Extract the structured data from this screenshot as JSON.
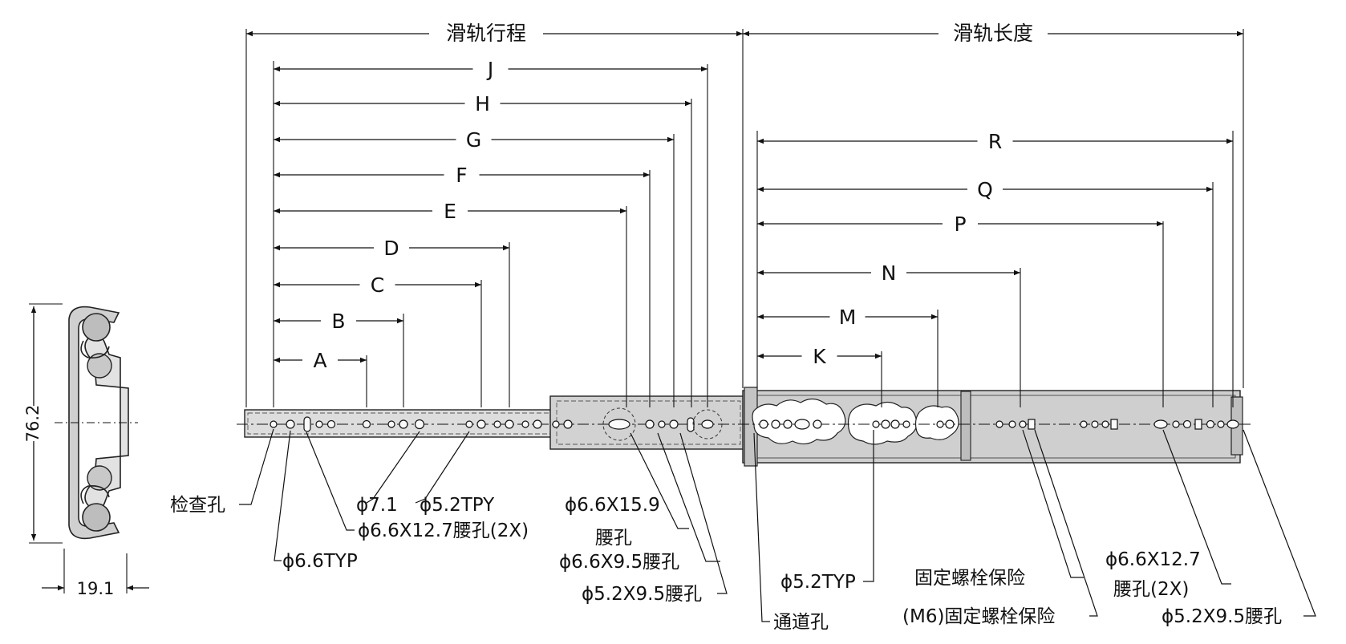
{
  "colors": {
    "line": "#111111",
    "rail_fill": "#d7d7d7",
    "rail_inner": "#c6c6c6",
    "background": "#ffffff"
  },
  "top_labels": {
    "travel": "滑轨行程",
    "length": "滑轨长度"
  },
  "left_dims": [
    "A",
    "B",
    "C",
    "D",
    "E",
    "F",
    "G",
    "H",
    "J"
  ],
  "right_dims": [
    "K",
    "M",
    "N",
    "P",
    "Q",
    "R"
  ],
  "profile": {
    "height": "76.2",
    "width": "19.1"
  },
  "callouts": {
    "inspect_hole": "检查孔",
    "d66_typ": "ϕ6.6TYP",
    "d71": "ϕ7.1",
    "d52_tpy": "ϕ5.2TPY",
    "d66x127_2x": "ϕ6.6X12.7腰孔(2X)",
    "d66x159": "ϕ6.6X15.9",
    "d66x159_slot": "腰孔",
    "d66x95": "ϕ6.6X9.5腰孔",
    "d52x95_left": "ϕ5.2X9.5腰孔",
    "d52_typ": "ϕ5.2TYP",
    "access_hole": "通道孔",
    "bolt_lock": "固定螺栓保险",
    "m6_bolt_lock": "(M6)固定螺栓保险",
    "d66x127_right": "ϕ6.6X12.7",
    "slot_2x": "腰孔(2X)",
    "d52x95_right": "ϕ5.2X9.5腰孔"
  }
}
